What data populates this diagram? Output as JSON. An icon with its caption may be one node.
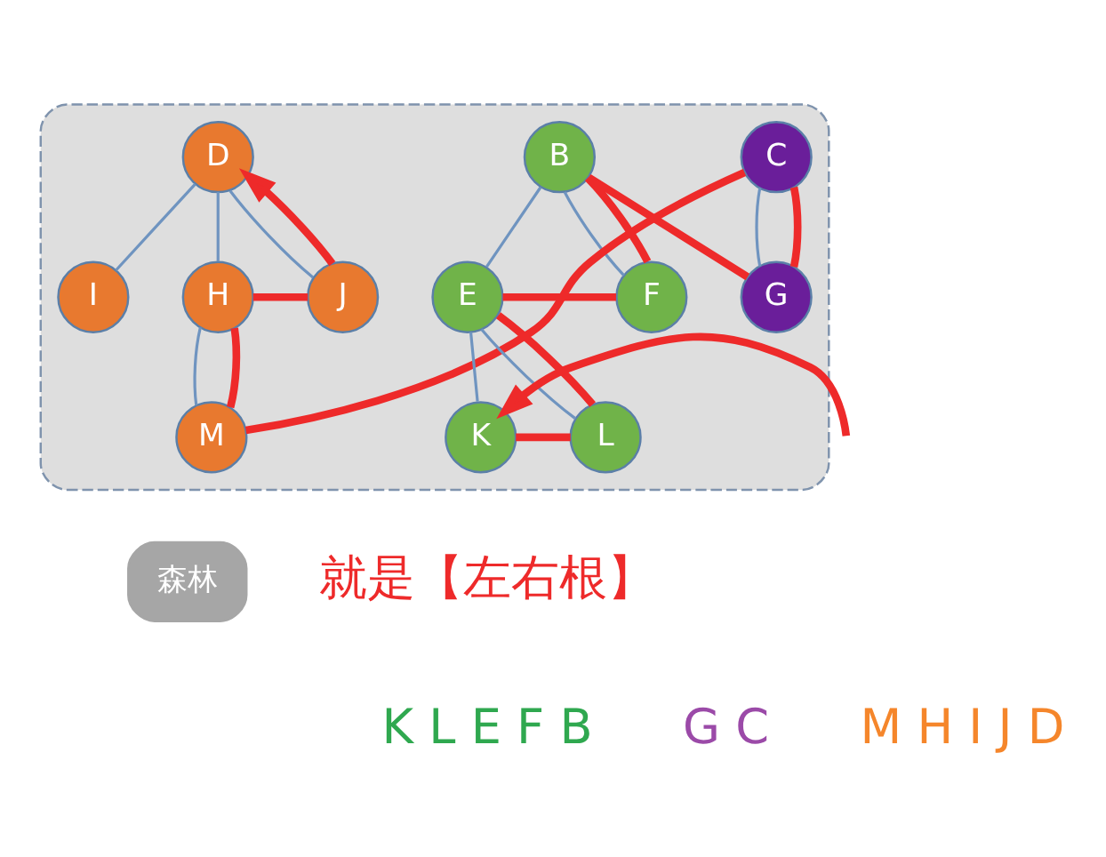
{
  "diagram": {
    "nodes": [
      {
        "text": [],
        "shape": "box"
      },
      {
        "text": [
          "B"
        ],
        "in": 0
      },
      {
        "text": [
          "C"
        ],
        "in": 0
      },
      {
        "text": [
          "D"
        ],
        "in": 0
      },
      {
        "text": [
          "E"
        ],
        "in": 0
      },
      {
        "text": [
          "F"
        ],
        "in": 0
      },
      {
        "text": [
          "G"
        ],
        "in": 0
      },
      {
        "text": [
          "H"
        ],
        "in": 0
      },
      {
        "text": [
          "I"
        ],
        "in": 0
      },
      {
        "text": [
          "J"
        ],
        "in": 0
      },
      {
        "text": [
          "K"
        ],
        "in": 0
      },
      {
        "text": [
          "L"
        ],
        "in": 0
      },
      {
        "text": [
          "M"
        ],
        "in": 0
      },
      {
        "text": [
          "森林"
        ]
      }
    ],
    "edges": [
      {
        "from": 1,
        "to": 4,
        "arrow": "none",
        "color": "#6f94c0"
      },
      {
        "from": 1,
        "to": 5,
        "arrow": "none",
        "color": "#6f94c0"
      },
      {
        "from": 4,
        "to": 10,
        "arrow": "none",
        "color": "#6f94c0"
      },
      {
        "from": 4,
        "to": 11,
        "arrow": "none",
        "color": "#6f94c0"
      },
      {
        "from": 2,
        "to": 6,
        "arrow": "none",
        "color": "#6f94c0"
      },
      {
        "from": 3,
        "to": 7,
        "arrow": "none",
        "color": "#6f94c0"
      },
      {
        "from": 3,
        "to": 8,
        "arrow": "none",
        "color": "#6f94c0"
      },
      {
        "from": 3,
        "to": 9,
        "arrow": "none",
        "color": "#6f94c0"
      },
      {
        "from": 7,
        "to": 12,
        "arrow": "none",
        "color": "#6f94c0"
      },
      {
        "from": null,
        "to": 10,
        "arrow": "to"
      },
      {
        "from": 10,
        "to": 11,
        "arrow": "none"
      },
      {
        "from": 11,
        "to": 4,
        "arrow": "none"
      },
      {
        "from": 4,
        "to": 5,
        "arrow": "none"
      },
      {
        "from": 5,
        "to": 1,
        "arrow": "none"
      },
      {
        "from": 1,
        "to": 6,
        "arrow": "none"
      },
      {
        "from": 6,
        "to": 2,
        "arrow": "none"
      },
      {
        "from": 2,
        "to": 12,
        "arrow": "none"
      },
      {
        "from": 12,
        "to": 7,
        "arrow": "none"
      },
      {
        "from": 7,
        "to": 9,
        "arrow": "none"
      },
      {
        "from": 9,
        "to": 3,
        "arrow": "to"
      }
    ],
    "labels": [
      "就是【左右根】",
      "K L E F B",
      "G C",
      "M H I J D"
    ]
  }
}
